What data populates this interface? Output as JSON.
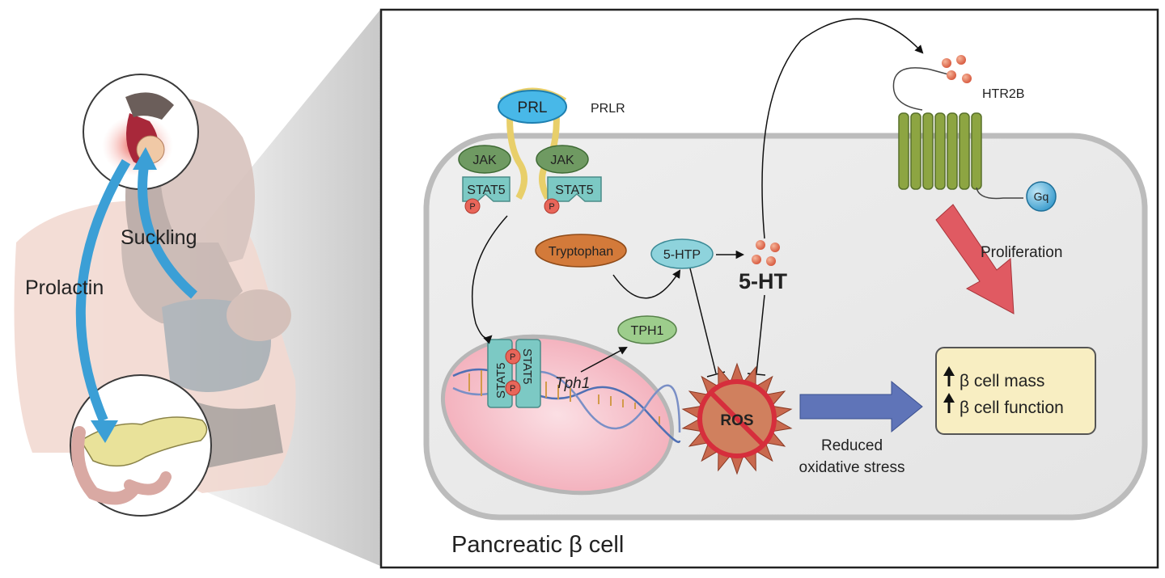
{
  "left_panel": {
    "prolactin_label": "Prolactin",
    "suckling_label": "Suckling"
  },
  "receptor": {
    "prl_label": "PRL",
    "prlr_label": "PRLR",
    "jak_left": "JAK",
    "jak_right": "JAK",
    "stat5_left": "STAT5",
    "stat5_right": "STAT5",
    "p_label": "P"
  },
  "nucleus": {
    "stat5_a": "STAT5",
    "stat5_b": "STAT5",
    "gene_label": "Tph1",
    "p_label": "P"
  },
  "pathway": {
    "tryptophan": "Tryptophan",
    "htp": "5-HTP",
    "tph1": "TPH1",
    "ht": "5-HT",
    "ros": "ROS",
    "reduced_line1": "Reduced",
    "reduced_line2": "oxidative stress"
  },
  "htr2b": {
    "label": "HTR2B",
    "gq": "Gq",
    "proliferation": "Proliferation"
  },
  "outcome": {
    "line1": "β cell mass",
    "line2": "β cell function"
  },
  "cell_label": "Pancreatic β cell",
  "colors": {
    "prolactin_arrow": "#3b9fd6",
    "suckling_arrow": "#3b9fd6",
    "ros": "#c0563c",
    "ros_forbidden": "#d62e3c",
    "proliferation_arrow": "#e05a62",
    "oxidative_arrow": "#5f74b8",
    "receptor_green": "#889a3e",
    "outcome_box": "#f8eec2"
  }
}
